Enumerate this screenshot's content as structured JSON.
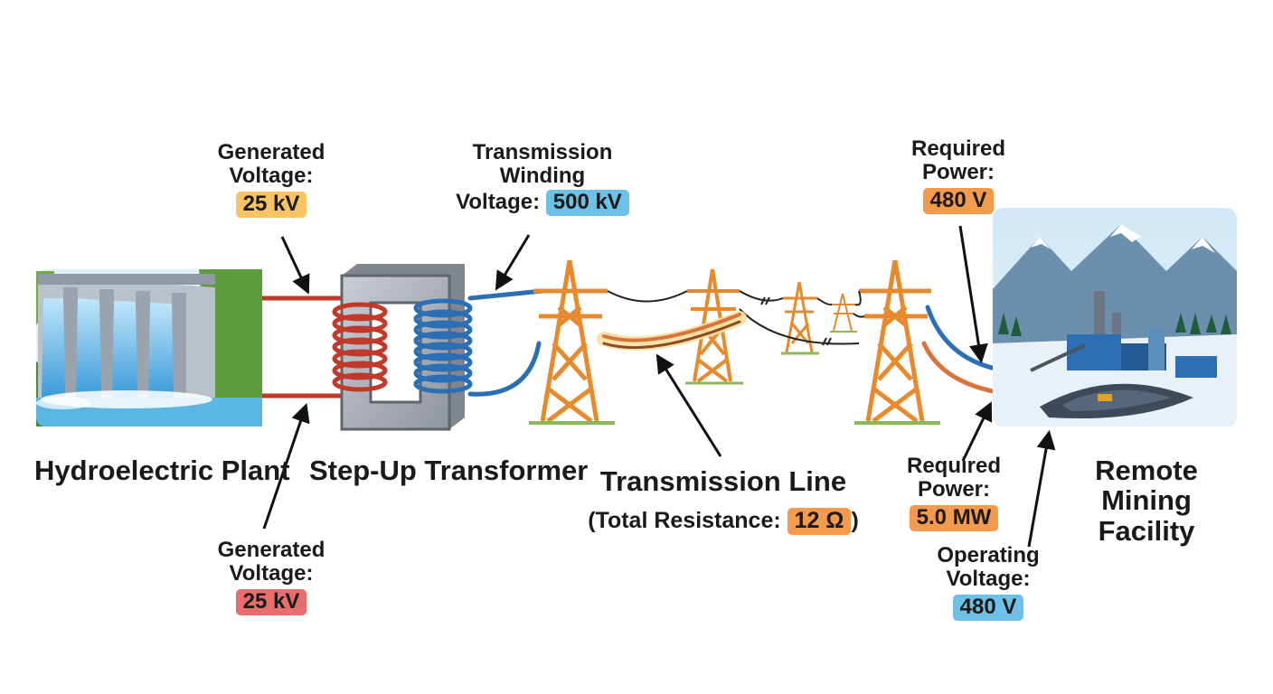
{
  "components": {
    "plant": "Hydroelectric Plant",
    "transformer": "Step-Up Transformer",
    "line": "Transmission Line",
    "facility": "Remote Mining Facility"
  },
  "line_resistance": {
    "prefix": "(Total Resistance:",
    "value": "12 Ω",
    "suffix": ")"
  },
  "callouts": {
    "gen_top": {
      "text": "Generated Voltage:",
      "value": "25 kV",
      "color": "#f7c365"
    },
    "gen_bottom": {
      "text": "Generated Voltage:",
      "value": "25 kV",
      "color": "#ea6d6d"
    },
    "trans_winding": {
      "text_line1": "Transmission Winding",
      "text_line2": "Voltage:",
      "value": "500 kV",
      "color": "#6ec1e6"
    },
    "req_top": {
      "text": "Required Power:",
      "value": "480 V",
      "color": "#f39a4d"
    },
    "req_bottom": {
      "text": "Required Power:",
      "value": "5.0 MW",
      "color": "#f39a4d"
    },
    "operating": {
      "text": "Operating Voltage:",
      "value": "480 V",
      "color": "#6ec1e6"
    }
  },
  "colors": {
    "primary_wire": "#c0392b",
    "secondary_wire": "#2b6fb6",
    "tower": "#e8892b",
    "orange_conductor": "#d9743a"
  }
}
